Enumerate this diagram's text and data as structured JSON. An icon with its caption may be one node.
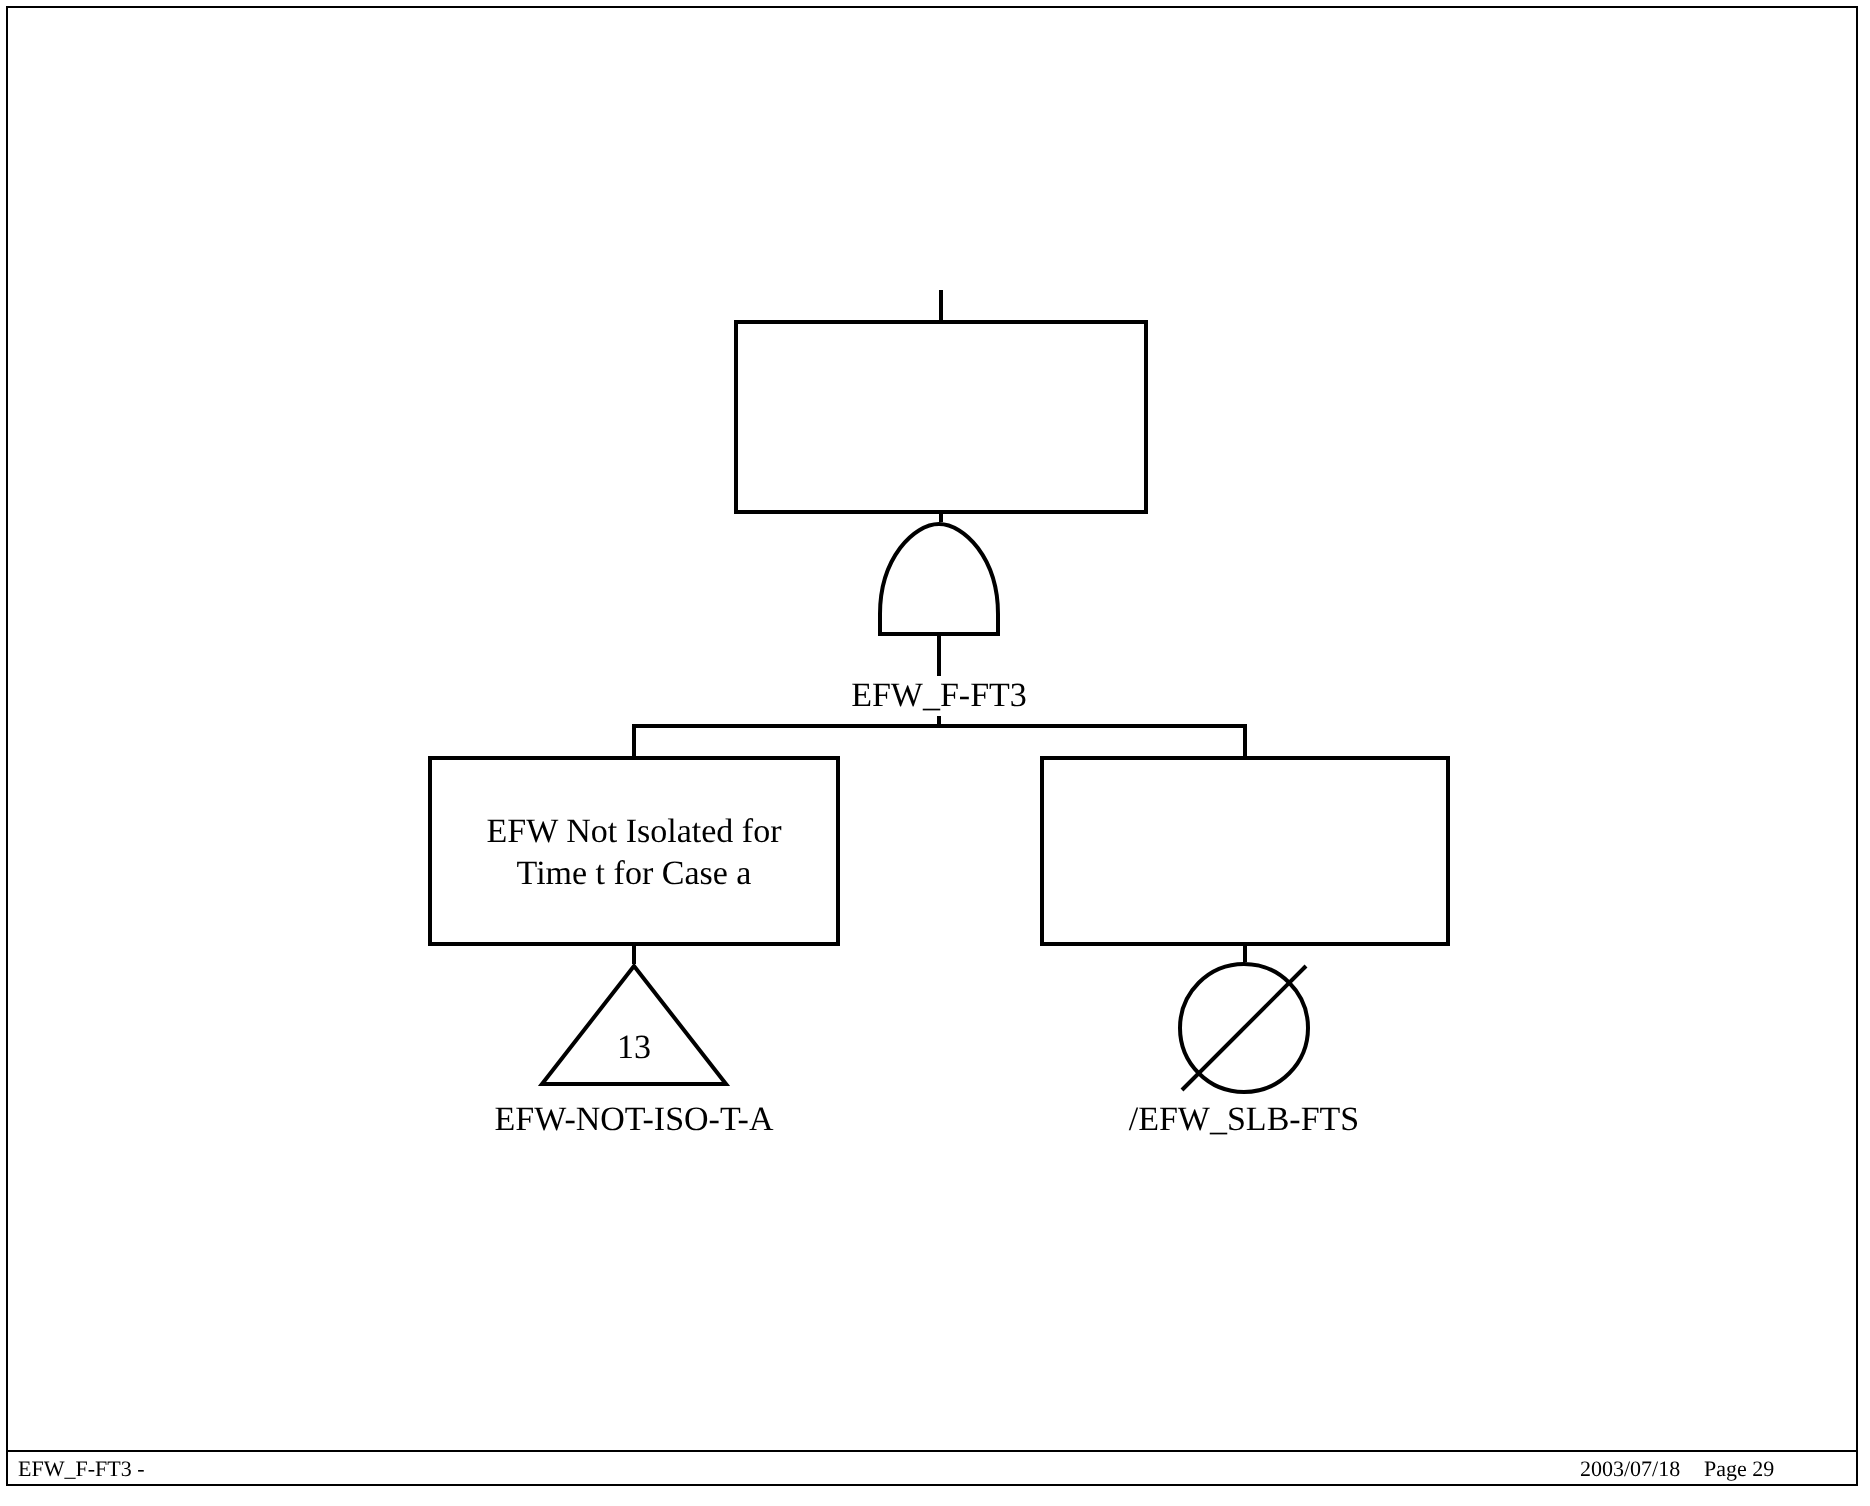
{
  "diagram": {
    "nodes": [
      {
        "text": [],
        "shape": "box"
      },
      {
        "text": [],
        "shape": "gate",
        "beside": [
          "EFW_F-FT3"
        ]
      },
      {
        "text": [
          "EFW Not Isolated for Time t for Case a"
        ]
      },
      {
        "text": [
          "13"
        ],
        "beside": [
          "EFW-NOT-ISO-T-A"
        ]
      },
      {
        "text": [],
        "shape": "box"
      },
      {
        "text": [],
        "shape": "circle",
        "beside": [
          "/EFW_SLB-FTS"
        ]
      }
    ],
    "edges": [
      {
        "from": null,
        "to": 0,
        "arrow": "none"
      },
      {
        "from": 0,
        "to": 1,
        "arrow": "none"
      },
      {
        "from": 1,
        "to": 2,
        "arrow": "none"
      },
      {
        "from": 1,
        "to": 4,
        "arrow": "none"
      },
      {
        "from": 2,
        "to": 3,
        "arrow": "none"
      },
      {
        "from": 4,
        "to": 5,
        "arrow": "none"
      }
    ],
    "labels": [
      "EFW_F-FT3 -",
      "2003/07/18",
      "Page 29"
    ]
  }
}
